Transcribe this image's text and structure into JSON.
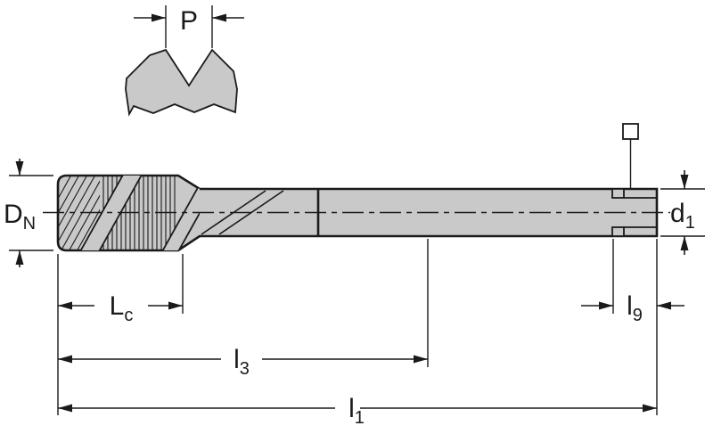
{
  "diagram": {
    "labels": {
      "pitch": "P",
      "dn": {
        "base": "D",
        "sub": "N"
      },
      "d1": {
        "base": "d",
        "sub": "1"
      },
      "lc": {
        "base": "L",
        "sub": "c"
      },
      "l3": {
        "base": "l",
        "sub": "3"
      },
      "l1": {
        "base": "l",
        "sub": "1"
      },
      "l9": {
        "base": "l",
        "sub": "9"
      }
    },
    "colors": {
      "line": "#1a1a1a",
      "fill": "#c9c9c9",
      "background": "#ffffff"
    }
  }
}
